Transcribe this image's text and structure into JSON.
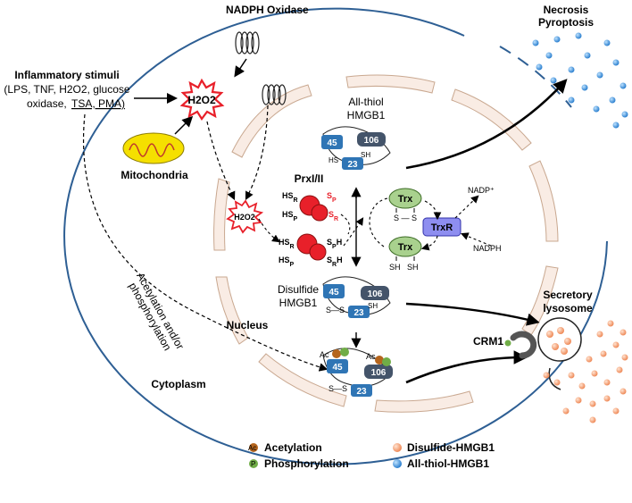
{
  "labels": {
    "nadph_oxidase": "NADPH Oxidase",
    "necrosis": "Necrosis",
    "pyroptosis": "Pyroptosis",
    "inflammatory_title": "Inflammatory stimuli",
    "inflammatory_line1": "(LPS, TNF, H2O2, glucose",
    "inflammatory_line2a": "oxidase, ",
    "inflammatory_line2b": "TSA, PMA)",
    "mitochondria": "Mitochondria",
    "h2o2_outer": "H2O2",
    "h2o2_inner": "H2O2",
    "allthiol_line1": "All-thiol",
    "allthiol_line2": "HMGB1",
    "prx": "PrxI/II",
    "trx_top": "Trx",
    "trx_bottom": "Trx",
    "trxr": "TrxR",
    "nadp_plus": "NADP⁺",
    "nadph": "NADPH",
    "disulfide_line1": "Disulfide",
    "disulfide_line2": "HMGB1",
    "nucleus": "Nucleus",
    "cytoplasm": "Cytoplasm",
    "acetyl_path_line1": "Acetylation and/or",
    "acetyl_path_line2": "phosphorylation",
    "crm1": "CRM1",
    "secretory_line1": "Secretory",
    "secretory_line2": "lysosome",
    "ss_top": "S — S",
    "sh_left": "SH",
    "sh_right": "SH",
    "box45": "45",
    "box106": "106",
    "box23": "23",
    "sh": "SH",
    "hs": "HS",
    "s_s": "S—S"
  },
  "legend": {
    "acetylation": "Acetylation",
    "phosphorylation": "Phosphorylation",
    "disulfide_hmgb1": "Disulfide-HMGB1",
    "allthiol_hmgb1": "All-thiol-HMGB1",
    "ac": "Ac",
    "p": "P"
  },
  "colors": {
    "blue_box": "#2f75b5",
    "dark_box": "#44546a",
    "prx_red": "#e8202a",
    "trx_green": "#a9d18e",
    "trxr_purple": "#8e8ef0",
    "mito_yellow": "#f5e000",
    "allthiol_dot": "#3b8fd6",
    "disulfide_dot": "#f4a582",
    "nucleus_fill": "#f9ece4"
  }
}
